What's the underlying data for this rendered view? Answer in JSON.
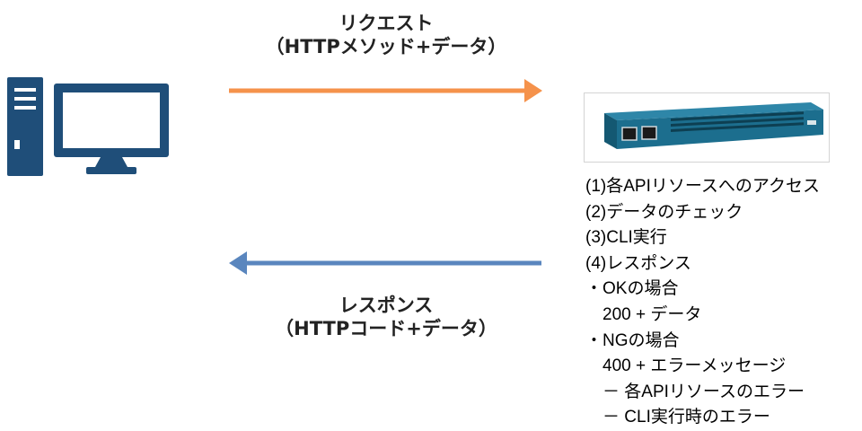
{
  "request": {
    "title": "リクエスト",
    "subtitle": "（HTTPメソッド+データ）",
    "color": "#F5924B"
  },
  "response": {
    "title": "レスポンス",
    "subtitle": "（HTTPコード+データ）",
    "color": "#5A86BE"
  },
  "client": {
    "icon": "desktop-computer-icon",
    "color": "#1F4E79"
  },
  "device": {
    "icon": "network-switch-image",
    "color": "#1C6E8E"
  },
  "steps": [
    "(1)各APIリソースへのアクセス",
    "(2)データのチェック",
    "(3)CLI実行",
    "(4)レスポンス",
    "・OKの場合",
    "　200 + データ",
    "・NGの場合",
    "　400 + エラーメッセージ",
    "　－ 各APIリソースのエラー",
    "　－ CLI実行時のエラー"
  ]
}
